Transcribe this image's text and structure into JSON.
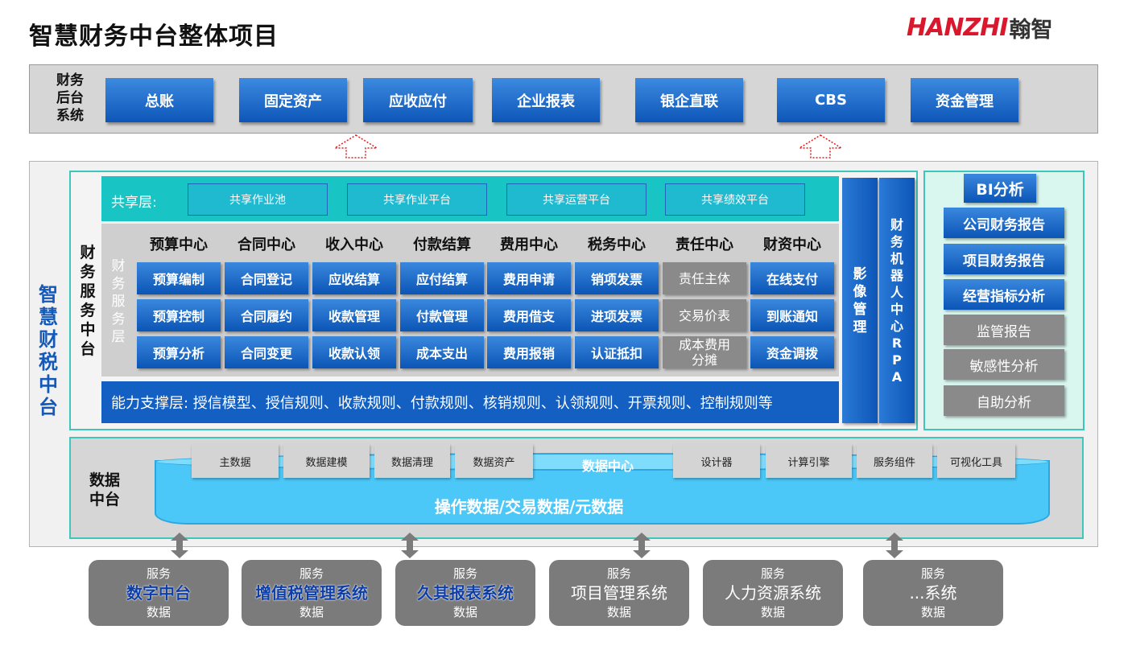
{
  "title": "智慧财务中台整体项目",
  "logo": {
    "en": "HANZHI",
    "cn": "翰智"
  },
  "backend": {
    "label": "财务\n后台\n系统",
    "systems": [
      "总账",
      "固定资产",
      "应收应付",
      "企业报表",
      "银企直联",
      "CBS",
      "资金管理"
    ]
  },
  "platform": {
    "title": "智\n慧\n财\n税\n中\n台",
    "service_title": "财\n务\n服\n务\n中\n台",
    "service_layer_label": "财\n务\n服\n务\n层",
    "share_layer": {
      "label": "共享层:",
      "items": [
        "共享作业池",
        "共享作业平台",
        "共享运营平台",
        "共享绩效平台"
      ]
    },
    "centers": [
      {
        "name": "预算中心",
        "items": [
          "预算编制",
          "预算控制",
          "预算分析"
        ]
      },
      {
        "name": "合同中心",
        "items": [
          "合同登记",
          "合同履约",
          "合同变更"
        ]
      },
      {
        "name": "收入中心",
        "items": [
          "应收结算",
          "收款管理",
          "收款认领"
        ]
      },
      {
        "name": "付款结算",
        "items": [
          "应付结算",
          "付款管理",
          "成本支出"
        ]
      },
      {
        "name": "费用中心",
        "items": [
          "费用申请",
          "费用借支",
          "费用报销"
        ]
      },
      {
        "name": "税务中心",
        "items": [
          "销项发票",
          "进项发票",
          "认证抵扣"
        ]
      },
      {
        "name": "责任中心",
        "items": [
          "责任主体",
          "交易价表",
          "成本费用\n分摊"
        ]
      },
      {
        "name": "财资中心",
        "items": [
          "在线支付",
          "到账通知",
          "资金调拨"
        ]
      }
    ],
    "capability": "能力支撑层:  授信模型、授信规则、收款规则、付款规则、核销规则、认领规则、开票规则、控制规则等",
    "image_mgmt": "影\n像\n管\n理",
    "rpa": "财\n务\n机\n器\n人\n中\n心\nR\nP\nA",
    "bi": {
      "title": "BI分析",
      "items": [
        "公司财务报告",
        "项目财务报告",
        "经营指标分析",
        "监管报告",
        "敏感性分析",
        "自助分析"
      ]
    },
    "data": {
      "label": "数据\n中台",
      "left_tabs": [
        "主数据",
        "数据建模",
        "数据清理",
        "数据资产"
      ],
      "center": "数据中心",
      "right_tabs": [
        "设计器",
        "计算引擎",
        "服务组件",
        "可视化工具"
      ],
      "main": "操作数据/交易数据/元数据"
    }
  },
  "external": [
    {
      "top": "服务",
      "name": "数字中台",
      "bottom": "数据"
    },
    {
      "top": "服务",
      "name": "增值税管理系统",
      "bottom": "数据"
    },
    {
      "top": "服务",
      "name": "久其报表系统",
      "bottom": "数据"
    },
    {
      "top": "服务",
      "name": "项目管理系统",
      "bottom": "数据"
    },
    {
      "top": "服务",
      "name": "人力资源系统",
      "bottom": "数据"
    },
    {
      "top": "服务",
      "name": "...系统",
      "bottom": "数据"
    }
  ]
}
